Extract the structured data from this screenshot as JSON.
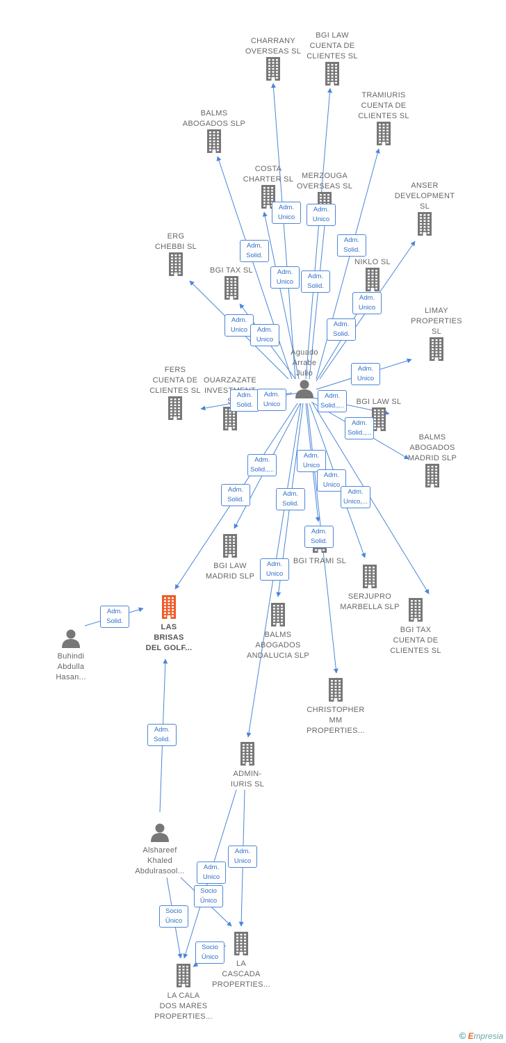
{
  "colors": {
    "edge": "#4a86d8",
    "building": "#777777",
    "focus_building": "#f05a28",
    "person": "#777777"
  },
  "nodes": [
    {
      "id": "charrany",
      "type": "company",
      "label": "CHARRANY\nOVERSEAS  SL"
    },
    {
      "id": "bgi_cuenta",
      "type": "company",
      "label": "BGI LAW\nCUENTA DE\nCLIENTES  SL"
    },
    {
      "id": "tramiuris",
      "type": "company",
      "label": "TRAMIURIS\nCUENTA DE\nCLIENTES  SL"
    },
    {
      "id": "balms_slp",
      "type": "company",
      "label": "BALMS\nABOGADOS SLP"
    },
    {
      "id": "costa",
      "type": "company",
      "label": "COSTA\nCHARTER  SL"
    },
    {
      "id": "merzouga",
      "type": "company",
      "label": "MERZOUGA\nOVERSEAS  SL"
    },
    {
      "id": "anser",
      "type": "company",
      "label": "ANSER\nDEVELOPMENT\nSL"
    },
    {
      "id": "erg",
      "type": "company",
      "label": "ERG\nCHEBBI  SL"
    },
    {
      "id": "bgitax",
      "type": "company",
      "label": "BGI TAX  SL"
    },
    {
      "id": "niklo",
      "type": "company",
      "label": "NIKLO  SL"
    },
    {
      "id": "limay",
      "type": "company",
      "label": "LIMAY\nPROPERTIES\nSL"
    },
    {
      "id": "aguado",
      "type": "person",
      "label": "Aguado\nArrabe\nJulio"
    },
    {
      "id": "fers",
      "type": "company",
      "label": "FERS\nCUENTA DE\nCLIENTES  SL"
    },
    {
      "id": "ouarzazate",
      "type": "company",
      "label": "OUARZAZATE\nINVESTMENT\nS"
    },
    {
      "id": "bgilaw",
      "type": "company",
      "label": "BGI LAW  SL"
    },
    {
      "id": "balms_madrid",
      "type": "company",
      "label": "BALMS\nABOGADOS\nMADRID SLP"
    },
    {
      "id": "bgi_madrid",
      "type": "company",
      "label": "BGI LAW\nMADRID  SLP"
    },
    {
      "id": "bgi_trami",
      "type": "company",
      "label": "BGI TRAMI  SL"
    },
    {
      "id": "serjupro",
      "type": "company",
      "label": "SERJUPRO\nMARBELLA  SLP"
    },
    {
      "id": "bgitax_cuenta",
      "type": "company",
      "label": "BGI TAX\nCUENTA DE\nCLIENTES  SL"
    },
    {
      "id": "buhindi",
      "type": "person",
      "label": "Buhindi\nAbdulla\nHasan..."
    },
    {
      "id": "lasbrisas",
      "type": "focus",
      "label": "LAS\nBRISAS\nDEL GOLF..."
    },
    {
      "id": "balms_and",
      "type": "company",
      "label": "BALMS\nABOGADOS\nANDALUCIA  SLP"
    },
    {
      "id": "christopher",
      "type": "company",
      "label": "CHRISTOPHER\nMM\nPROPERTIES..."
    },
    {
      "id": "adminiuris",
      "type": "company",
      "label": "ADMIN-\nIURIS  SL"
    },
    {
      "id": "alshareef",
      "type": "person",
      "label": "Alshareef\nKhaled\nAbdulrasool..."
    },
    {
      "id": "lacascada",
      "type": "company",
      "label": "LA\nCASCADA\nPROPERTIES..."
    },
    {
      "id": "lacala",
      "type": "company",
      "label": "LA CALA\nDOS MARES\nPROPERTIES..."
    }
  ],
  "edges": [
    {
      "from": "aguado",
      "to": "charrany",
      "label": "Adm.\nUnico"
    },
    {
      "from": "aguado",
      "to": "bgi_cuenta",
      "label": "Adm.\nUnico"
    },
    {
      "from": "aguado",
      "to": "tramiuris",
      "label": "Adm.\nSolid."
    },
    {
      "from": "aguado",
      "to": "balms_slp",
      "label": "Adm.\nSolid."
    },
    {
      "from": "aguado",
      "to": "costa",
      "label": "Adm.\nUnico"
    },
    {
      "from": "aguado",
      "to": "merzouga",
      "label": "Adm.\nSolid."
    },
    {
      "from": "aguado",
      "to": "anser",
      "label": "Adm.\nUnico"
    },
    {
      "from": "aguado",
      "to": "erg",
      "label": "Adm.\nUnico"
    },
    {
      "from": "aguado",
      "to": "bgitax",
      "label": "Adm.\nUnico"
    },
    {
      "from": "aguado",
      "to": "niklo",
      "label": "Adm.\nSolid."
    },
    {
      "from": "aguado",
      "to": "limay",
      "label": "Adm.\nUnico"
    },
    {
      "from": "aguado",
      "to": "fers",
      "label": "Adm.\nSolid."
    },
    {
      "from": "aguado",
      "to": "ouarzazate",
      "label": "Adm.\nUnico"
    },
    {
      "from": "aguado",
      "to": "bgilaw",
      "label": "Adm.\nSolid.,..."
    },
    {
      "from": "aguado",
      "to": "balms_madrid",
      "label": "Adm.\nSolid.,..."
    },
    {
      "from": "aguado",
      "to": "bgi_madrid",
      "label": "Adm.\nSolid.,..."
    },
    {
      "from": "aguado",
      "to": "lasbrisas",
      "label": "Adm.\nSolid."
    },
    {
      "from": "aguado",
      "to": "balms_and",
      "label": "Adm.\nSolid."
    },
    {
      "from": "aguado",
      "to": "bgi_trami",
      "label": "Adm.\nUnico"
    },
    {
      "from": "aguado",
      "to": "serjupro",
      "label": "Adm.\nUnico"
    },
    {
      "from": "aguado",
      "to": "bgitax_cuenta",
      "label": "Adm.\nUnico,..."
    },
    {
      "from": "aguado",
      "to": "christopher",
      "label": "Adm.\nSolid."
    },
    {
      "from": "aguado",
      "to": "adminiuris",
      "label": "Adm.\nUnico"
    },
    {
      "from": "buhindi",
      "to": "lasbrisas",
      "label": "Adm.\nSolid."
    },
    {
      "from": "alshareef",
      "to": "lasbrisas",
      "label": "Adm.\nSolid."
    },
    {
      "from": "adminiuris",
      "to": "lacascada",
      "label": "Adm.\nUnico"
    },
    {
      "from": "adminiuris",
      "to": "lacala",
      "label": "Adm.\nUnico"
    },
    {
      "from": "alshareef",
      "to": "lacascada",
      "label": "Socio\nÚnico"
    },
    {
      "from": "alshareef",
      "to": "lacala",
      "label": "Socio\nÚnico"
    },
    {
      "from": "lacascada",
      "to": "lacala",
      "label": "Socio\nÚnico"
    }
  ],
  "credit": {
    "symbol": "©",
    "brand_first": "E",
    "brand_rest": "mpresia"
  }
}
